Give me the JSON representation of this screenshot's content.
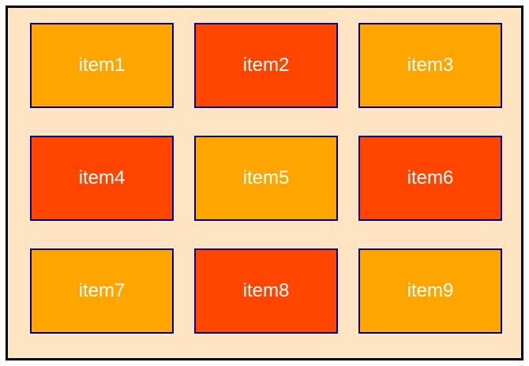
{
  "page": {
    "background": "#ffffff"
  },
  "container": {
    "background": "#ffe4c4",
    "border_color": "#000000"
  },
  "item_style": {
    "border_color": "#000080",
    "text_color": "#ffffff",
    "variant_colors": {
      "orange": "#ffa500",
      "orangered": "#ff4500"
    }
  },
  "items": [
    {
      "label": "item1",
      "variant": "orange"
    },
    {
      "label": "item2",
      "variant": "orangered"
    },
    {
      "label": "item3",
      "variant": "orange"
    },
    {
      "label": "item4",
      "variant": "orangered"
    },
    {
      "label": "item5",
      "variant": "orange"
    },
    {
      "label": "item6",
      "variant": "orangered"
    },
    {
      "label": "item7",
      "variant": "orange"
    },
    {
      "label": "item8",
      "variant": "orangered"
    },
    {
      "label": "item9",
      "variant": "orange"
    }
  ]
}
